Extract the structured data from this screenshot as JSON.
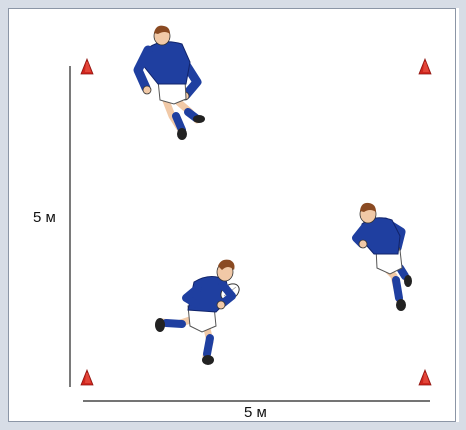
{
  "diagram": {
    "side_label": "5 м",
    "bottom_label": "5 м",
    "colors": {
      "frame": "#d7dde6",
      "cone": "#d0261e",
      "jersey": "#1f3fa0",
      "shorts": "#ffffff",
      "socks": "#1f3fa0",
      "skin": "#f1c9a7",
      "hair": "#8a4a22",
      "ball": "#ffffff"
    },
    "cones": 4,
    "players": 3,
    "icons": [
      "cone-icon",
      "rugby-player-icon",
      "rugby-ball-icon"
    ]
  }
}
